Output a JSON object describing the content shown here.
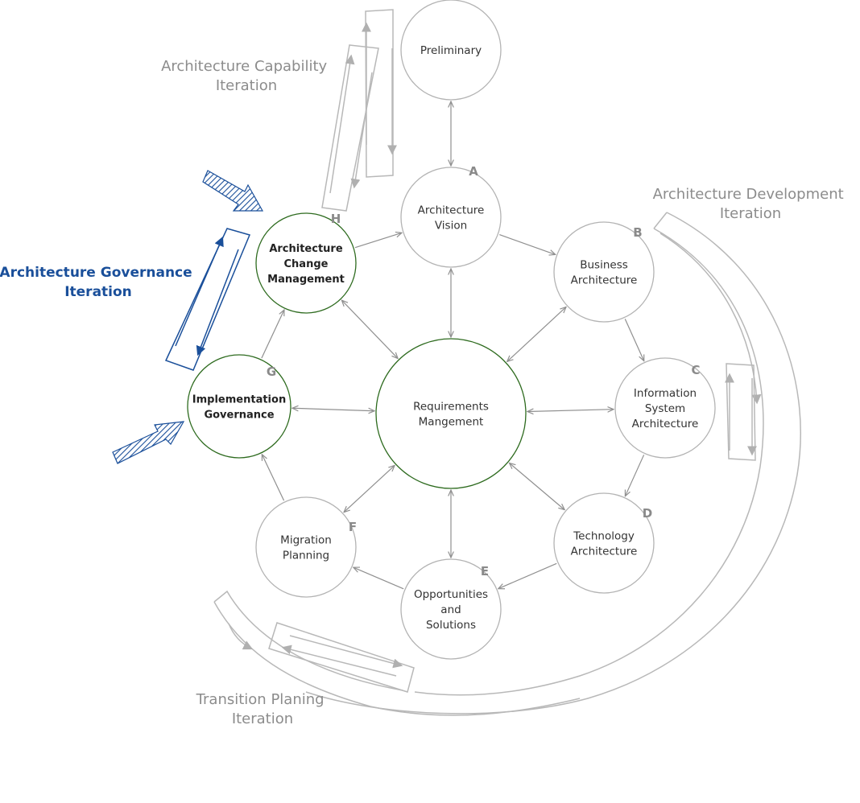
{
  "nodes": [
    {
      "id": "P",
      "lines": [
        "Preliminary"
      ],
      "letter": "",
      "style": "grey"
    },
    {
      "id": "A",
      "lines": [
        "Architecture",
        "Vision"
      ],
      "letter": "A",
      "style": "grey"
    },
    {
      "id": "B",
      "lines": [
        "Business",
        "Architecture"
      ],
      "letter": "B",
      "style": "grey"
    },
    {
      "id": "C",
      "lines": [
        "Information",
        "System",
        "Architecture"
      ],
      "letter": "C",
      "style": "grey"
    },
    {
      "id": "D",
      "lines": [
        "Technology",
        "Architecture"
      ],
      "letter": "D",
      "style": "grey"
    },
    {
      "id": "E",
      "lines": [
        "Opportunities",
        "and",
        "Solutions"
      ],
      "letter": "E",
      "style": "grey"
    },
    {
      "id": "F",
      "lines": [
        "Migration",
        "Planning"
      ],
      "letter": "F",
      "style": "grey"
    },
    {
      "id": "G",
      "lines": [
        "Implementation",
        "Governance"
      ],
      "letter": "G",
      "style": "green-bold"
    },
    {
      "id": "H",
      "lines": [
        "Architecture",
        "Change",
        "Management"
      ],
      "letter": "H",
      "style": "green-bold"
    },
    {
      "id": "R",
      "lines": [
        "Requirements",
        "Mangement"
      ],
      "letter": "",
      "style": "green"
    }
  ],
  "edges": [
    {
      "from": "P",
      "to": "A",
      "type": "both"
    },
    {
      "from": "A",
      "to": "B",
      "type": "forward"
    },
    {
      "from": "B",
      "to": "C",
      "type": "forward"
    },
    {
      "from": "C",
      "to": "D",
      "type": "forward"
    },
    {
      "from": "D",
      "to": "E",
      "type": "forward"
    },
    {
      "from": "E",
      "to": "F",
      "type": "forward"
    },
    {
      "from": "F",
      "to": "G",
      "type": "forward"
    },
    {
      "from": "G",
      "to": "H",
      "type": "forward"
    },
    {
      "from": "H",
      "to": "A",
      "type": "forward"
    },
    {
      "from": "R",
      "to": "A",
      "type": "both"
    },
    {
      "from": "R",
      "to": "B",
      "type": "both"
    },
    {
      "from": "R",
      "to": "C",
      "type": "both"
    },
    {
      "from": "R",
      "to": "D",
      "type": "both"
    },
    {
      "from": "R",
      "to": "E",
      "type": "both"
    },
    {
      "from": "R",
      "to": "F",
      "type": "both"
    },
    {
      "from": "R",
      "to": "G",
      "type": "both"
    },
    {
      "from": "R",
      "to": "H",
      "type": "both"
    }
  ],
  "iterations": {
    "capability": {
      "lines": [
        "Architecture Capability",
        "Iteration"
      ]
    },
    "development": {
      "lines": [
        "Architecture Development",
        "Iteration"
      ]
    },
    "transition": {
      "lines": [
        "Transition Planing",
        "Iteration"
      ]
    },
    "governance": {
      "lines": [
        "Architecture Governance",
        "Iteration"
      ]
    }
  },
  "colors": {
    "node_stroke": "#b3b3b3",
    "governance_stroke": "#2e6b1f",
    "governance_accent": "#1a4f9a",
    "iteration_text": "#8c8c8c",
    "edge": "#8f8f8f"
  }
}
